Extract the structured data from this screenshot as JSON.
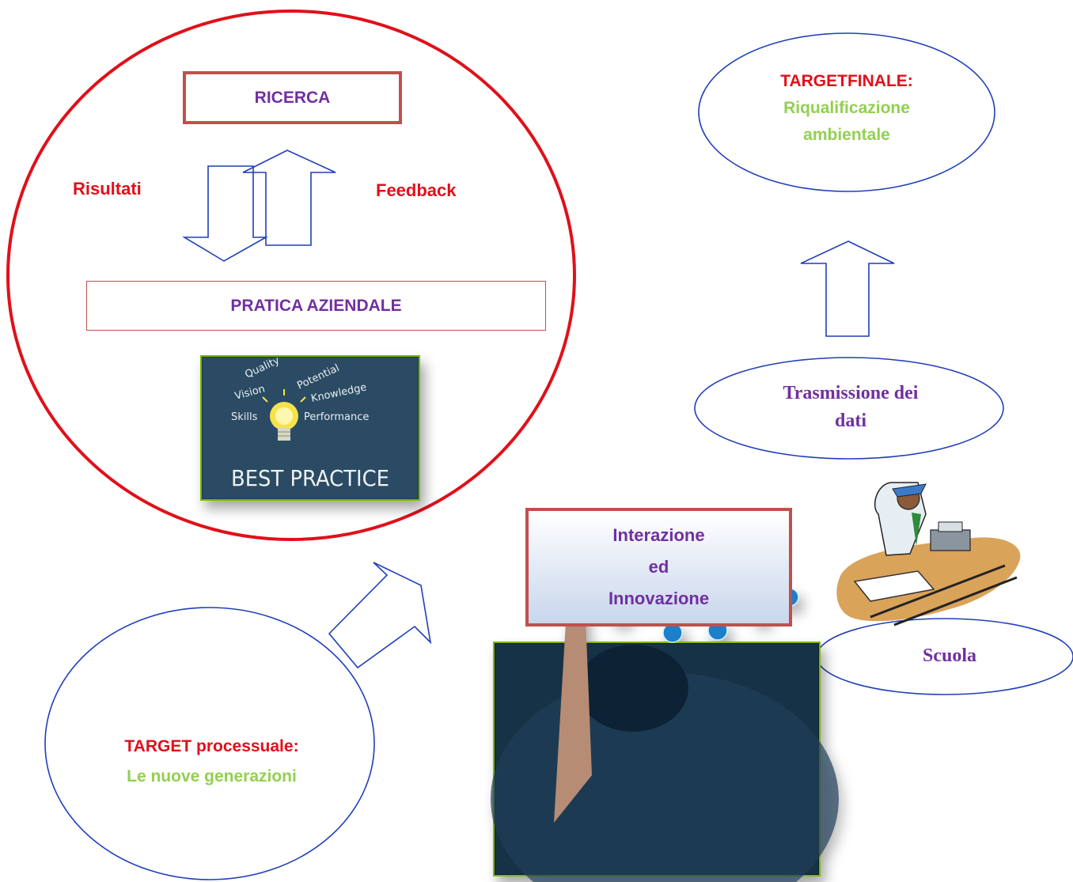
{
  "colors": {
    "red": "#e0101a",
    "purple": "#7030a0",
    "green": "#92d050",
    "blue": "#1f3fb8",
    "brick": "#c0504d"
  },
  "research_cycle": {
    "ricerca_label": "RICERCA",
    "risultati_label": "Risultati",
    "feedback_label": "Feedback",
    "pratica_label": "PRATICA AZIENDALE",
    "best_practice_image": {
      "words": [
        "Quality",
        "Potential",
        "Vision",
        "Knowledge",
        "Skills",
        "Performance"
      ],
      "caption": "BEST PRACTICE"
    }
  },
  "target_finale": {
    "title": "TARGETFINALE:",
    "line1": "Riqualificazione",
    "line2": "ambientale"
  },
  "trasmissione": {
    "line1": "Trasmissione dei",
    "line2": "dati"
  },
  "interazione": {
    "line1": "Interazione",
    "line2": "ed",
    "line3": "Innovazione"
  },
  "scuola": {
    "label": "Scuola"
  },
  "target_processuale": {
    "title": "TARGET processuale:",
    "subtitle": "Le nuove generazioni"
  },
  "icons": [
    "arrow-down-icon",
    "arrow-up-icon",
    "diagonal-arrow-icon",
    "teacher-clipart-icon",
    "network-people-icon",
    "lightbulb-icon"
  ]
}
